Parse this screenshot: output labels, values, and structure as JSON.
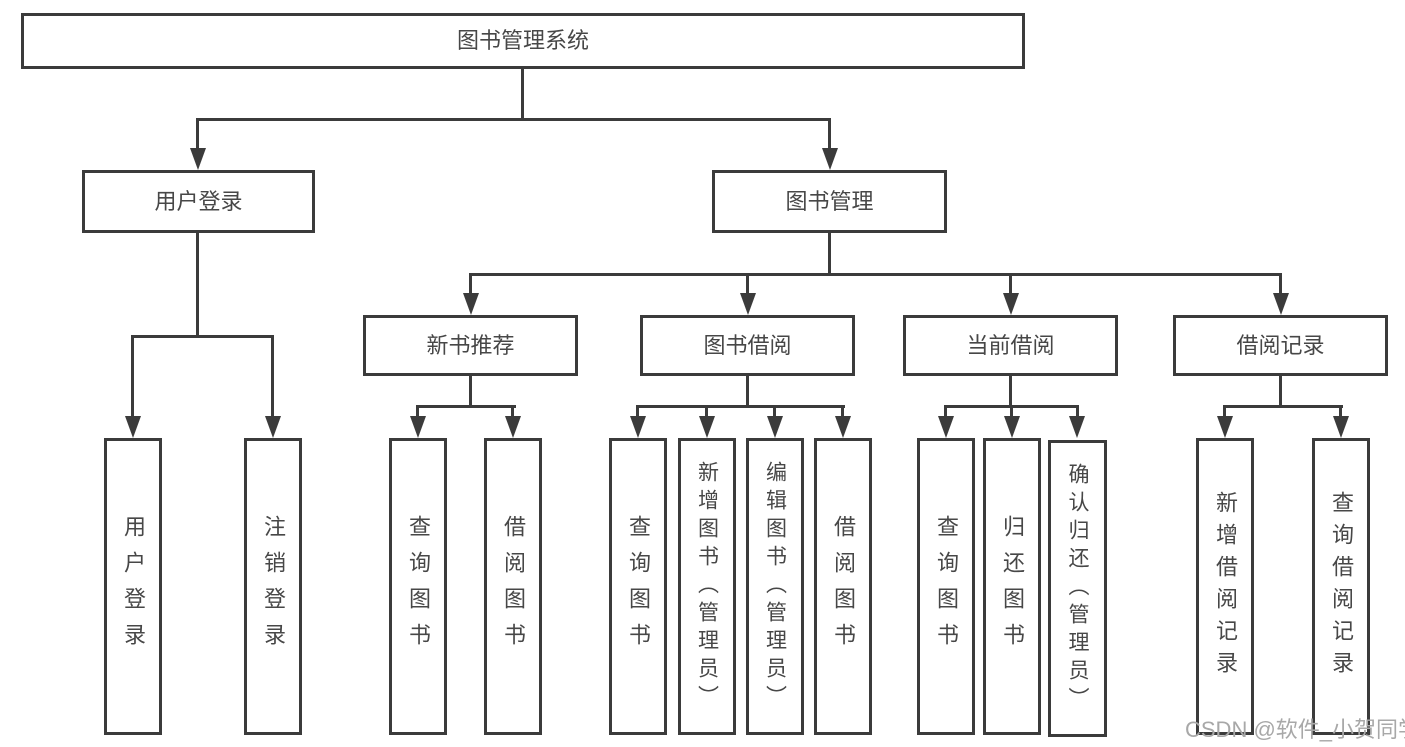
{
  "tree": {
    "root": {
      "label": "图书管理系统"
    },
    "branches": [
      {
        "label": "用户登录",
        "leaves": [
          {
            "label": "用户登录"
          },
          {
            "label": "注销登录"
          }
        ]
      },
      {
        "label": "图书管理",
        "groups": [
          {
            "label": "新书推荐",
            "leaves": [
              {
                "label": "查询图书"
              },
              {
                "label": "借阅图书"
              }
            ]
          },
          {
            "label": "图书借阅",
            "leaves": [
              {
                "label": "查询图书"
              },
              {
                "label": "新增图书（管理员）"
              },
              {
                "label": "编辑图书（管理员）"
              },
              {
                "label": "借阅图书"
              }
            ]
          },
          {
            "label": "当前借阅",
            "leaves": [
              {
                "label": "查询图书"
              },
              {
                "label": "归还图书"
              },
              {
                "label": "确认归还（管理员）"
              }
            ]
          },
          {
            "label": "借阅记录",
            "leaves": [
              {
                "label": "新增借阅记录"
              },
              {
                "label": "查询借阅记录"
              }
            ]
          }
        ]
      }
    ]
  },
  "watermark": {
    "text": "CSDN @软件_小贺同学"
  },
  "colors": {
    "line": "#3b3b3b",
    "box_background": "#ffffff",
    "text": "#474747",
    "watermark": "#a8a8a8"
  }
}
